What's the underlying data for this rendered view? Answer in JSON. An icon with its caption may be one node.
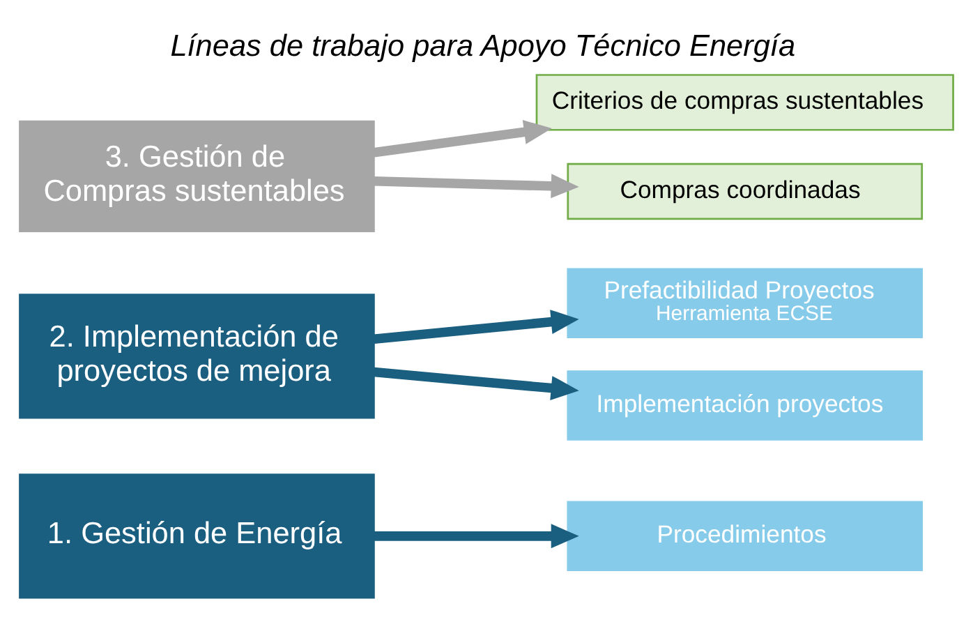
{
  "diagram": {
    "title": "Líneas de trabajo para Apoyo Técnico Energía",
    "nodes": [
      {
        "text": [
          "1. Gestión de Energía"
        ]
      },
      {
        "text": [
          "Procedimientos"
        ]
      },
      {
        "text": [
          "2. Implementación de proyectos de mejora"
        ]
      },
      {
        "text": [
          "Prefactibilidad Proyectos",
          "Herramienta ECSE"
        ]
      },
      {
        "text": [
          "Implementación proyectos"
        ]
      },
      {
        "text": [
          "3. Gestión de Compras sustentables"
        ]
      },
      {
        "text": [
          "Criterios de compras sustentables"
        ]
      },
      {
        "text": [
          "Compras coordinadas"
        ]
      }
    ],
    "edges": [
      {
        "from": 0,
        "to": 1,
        "arrow": "to"
      },
      {
        "from": 2,
        "to": 3,
        "arrow": "to"
      },
      {
        "from": 2,
        "to": 4,
        "arrow": "to"
      },
      {
        "from": 5,
        "to": 6,
        "arrow": "to",
        "color": "#a6a6a6"
      },
      {
        "from": 5,
        "to": 7,
        "arrow": "to",
        "color": "#a6a6a6"
      }
    ]
  }
}
